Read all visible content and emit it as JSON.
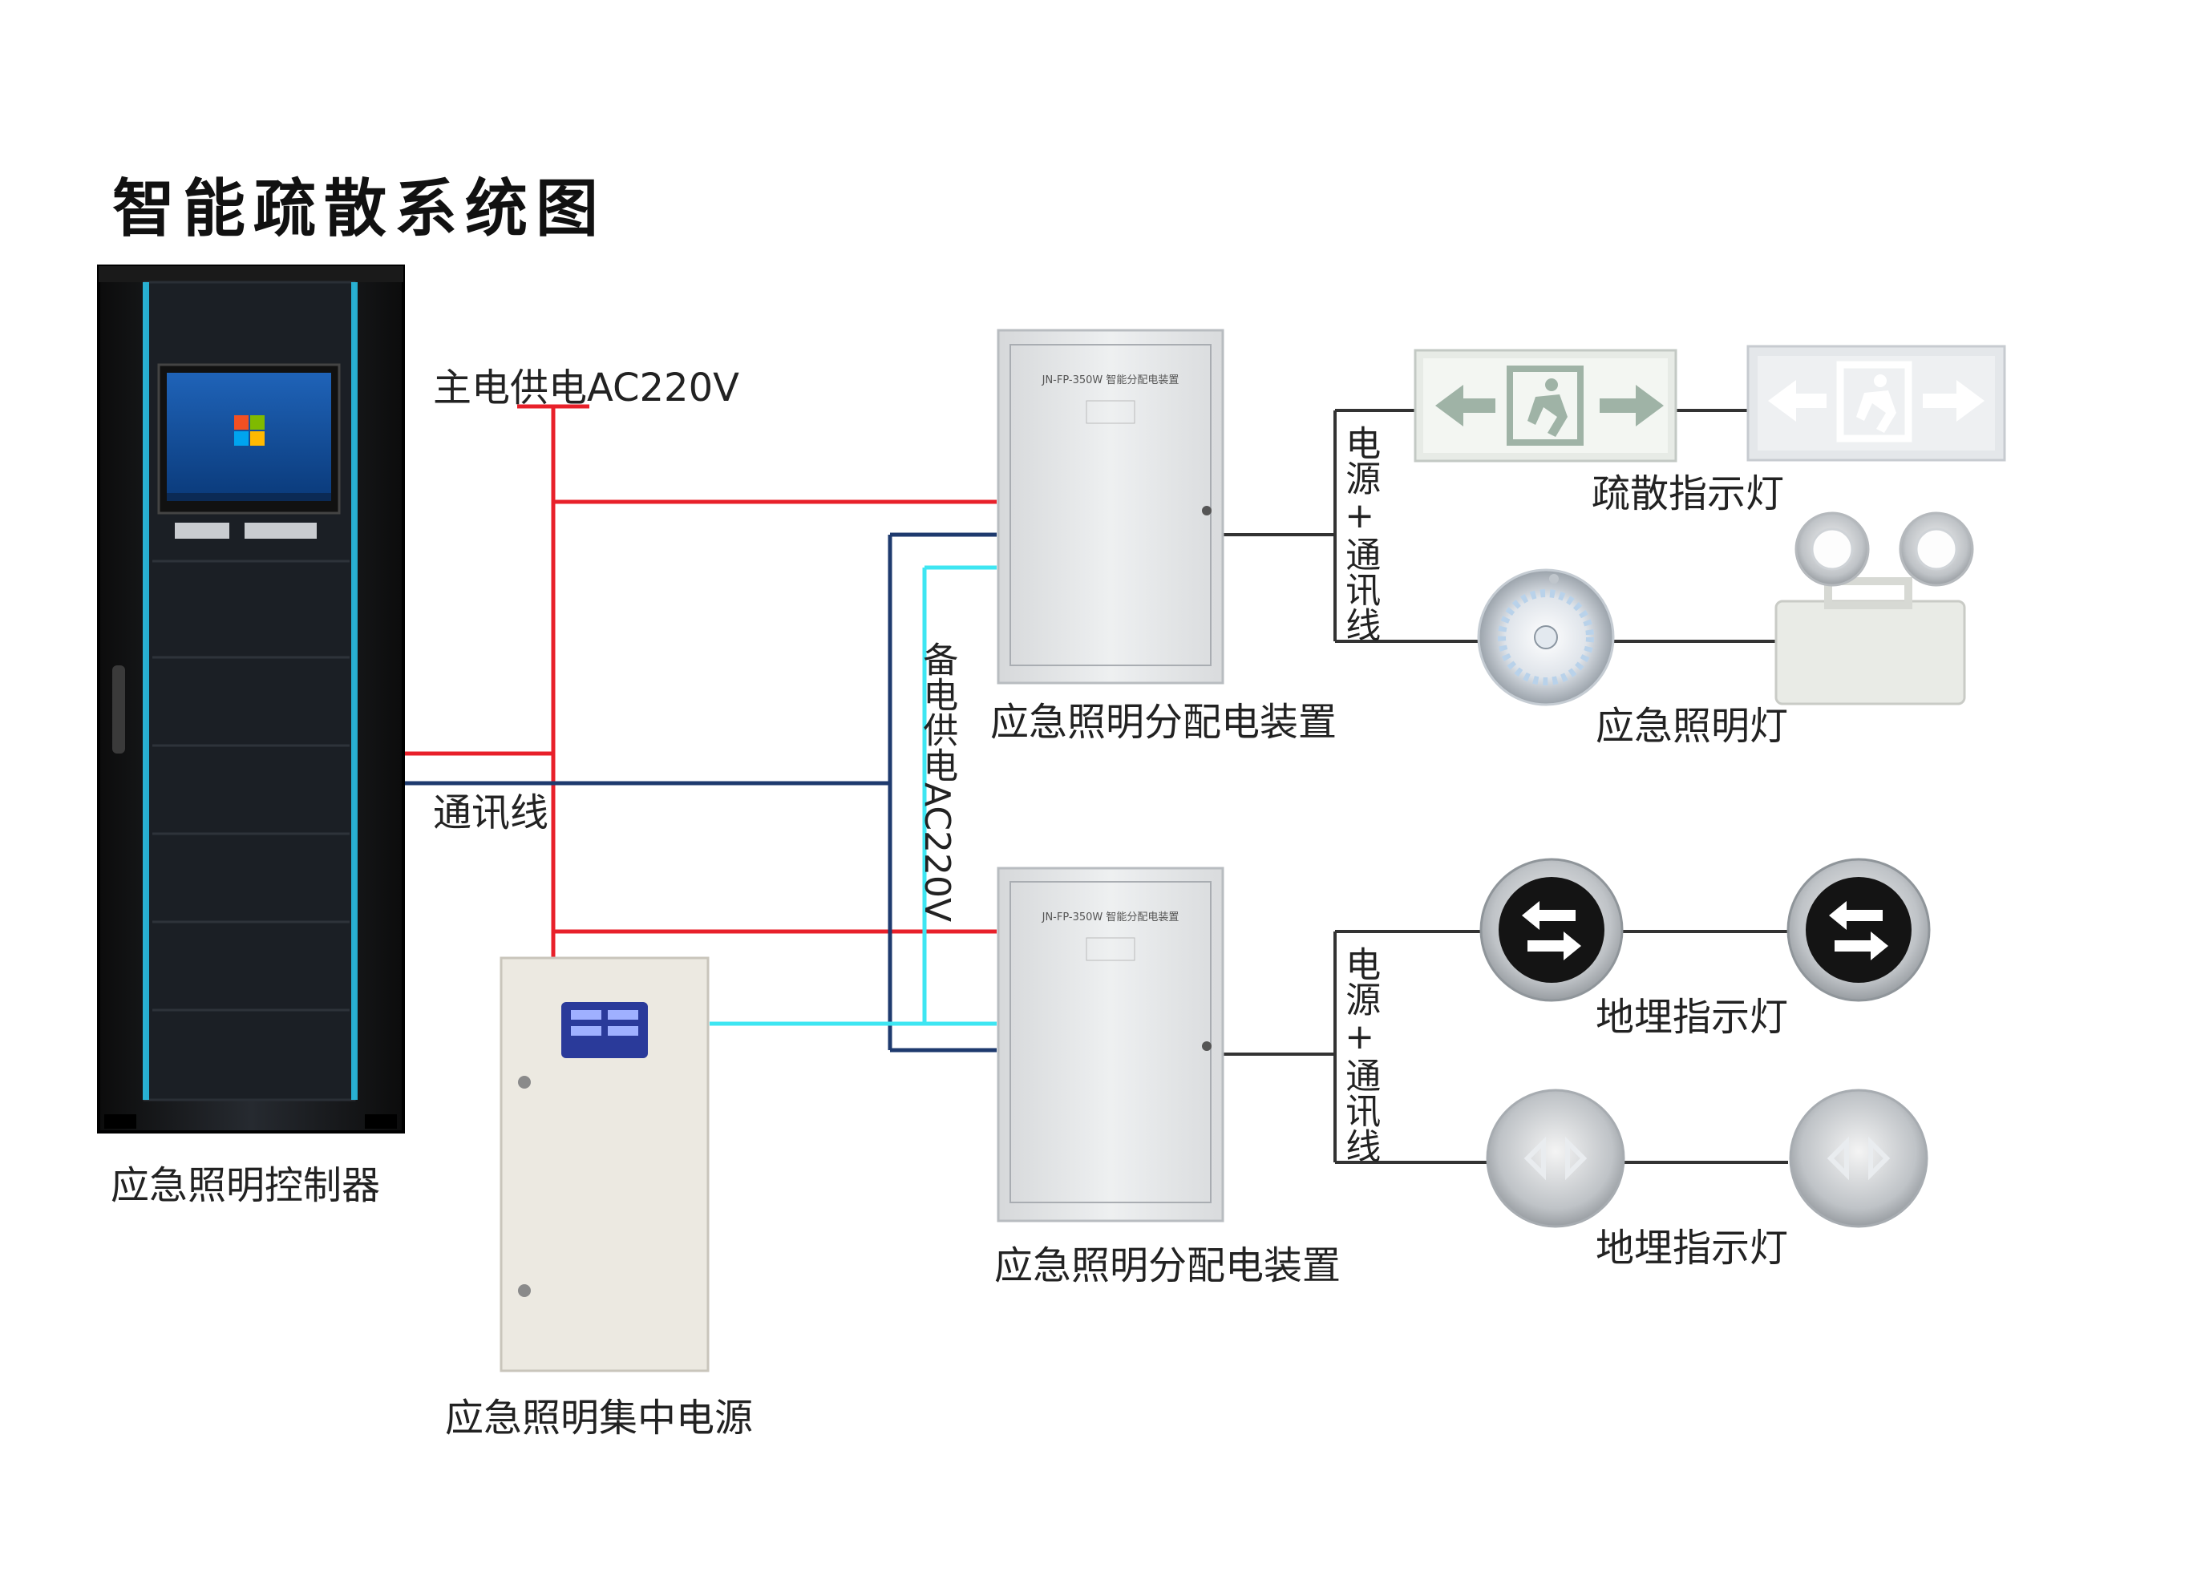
{
  "title": "智能疏散系统图",
  "labels": {
    "main_power": "主电供电AC220V",
    "comm_line": "通讯线",
    "backup_power": "备电供电AC220V",
    "power_comm_top": "电源+通讯线",
    "power_comm_bottom": "电源+通讯线",
    "controller": "应急照明控制器",
    "central_power": "应急照明集中电源",
    "distribution_top": "应急照明分配电装置",
    "distribution_bottom": "应急照明分配电装置",
    "exit_signs": "疏散指示灯",
    "emergency_lights": "应急照明灯",
    "floor_signs_1": "地埋指示灯",
    "floor_signs_2": "地埋指示灯"
  },
  "device_text": {
    "dist_box_model": "JN-FP-350W 智能分配电装置"
  },
  "colors": {
    "power_line": "#e8202a",
    "comm_line": "#1e3a6e",
    "backup_line": "#3ee6f2",
    "device_line": "#333333",
    "cabinet": "#151515",
    "cabinet_glow": "#29c8f0"
  },
  "icons": [
    "left-arrow-icon",
    "right-arrow-icon",
    "running-man-icon",
    "double-arrow-icon"
  ]
}
